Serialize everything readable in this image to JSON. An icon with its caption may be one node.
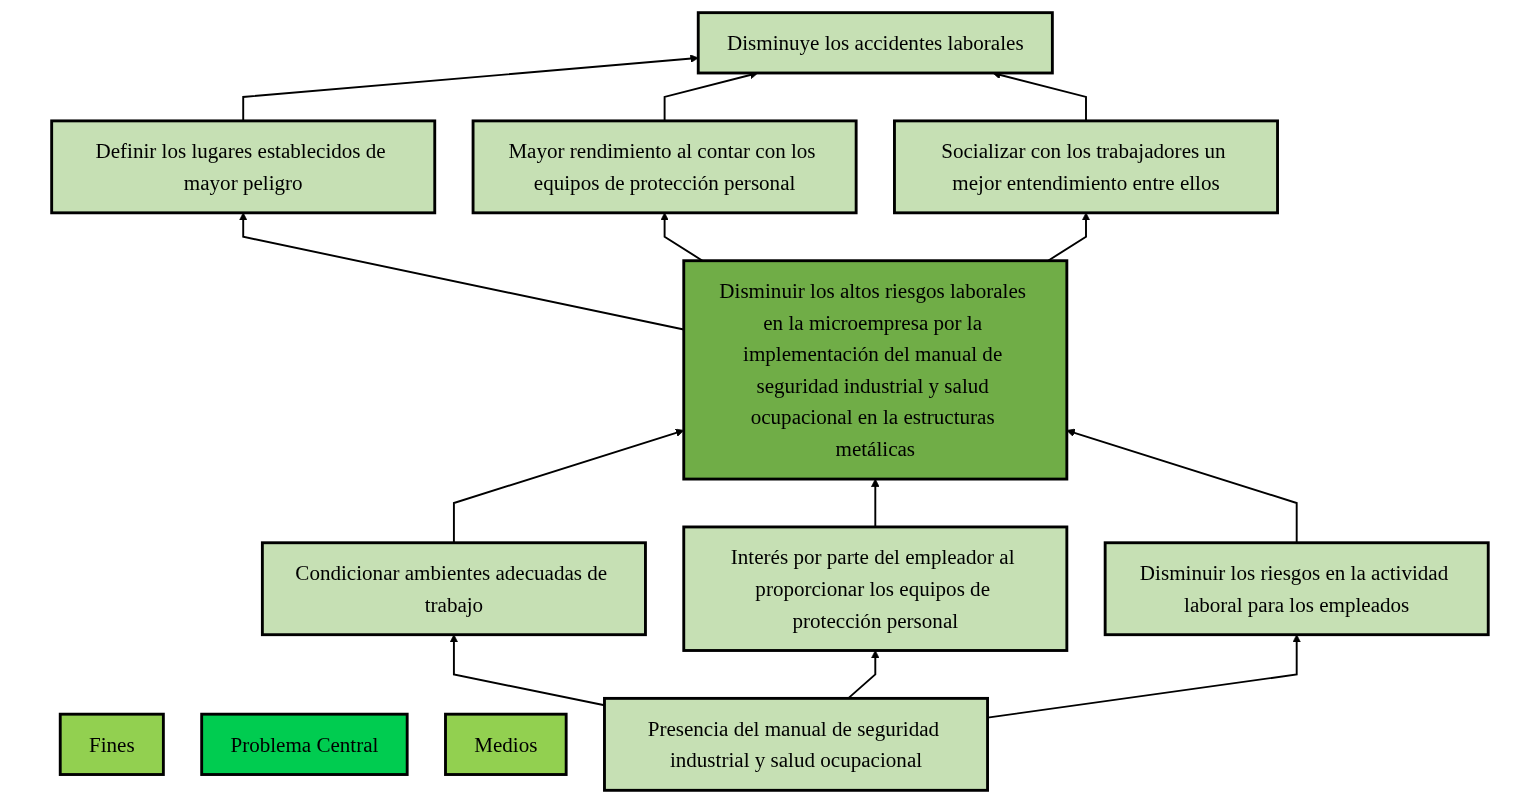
{
  "diagram": {
    "nodes": [
      {
        "text": [
          "Fines"
        ]
      },
      {
        "text": [
          "Disminuye los accidentes laborales"
        ]
      },
      {
        "text": [
          "Definir los lugares establecidos de mayor peligro"
        ]
      },
      {
        "text": [
          "Mayor rendimiento al contar con los equipos de protección personal"
        ]
      },
      {
        "text": [
          "Socializar con los trabajadores un mejor entendimiento entre ellos"
        ]
      },
      {
        "text": [
          "Problema Central"
        ]
      },
      {
        "text": [
          "Disminuir los altos riesgos laborales en la microempresa por la implementación del manual de seguridad industrial y salud ocupacional en la estructuras metálicas"
        ]
      },
      {
        "text": [
          "Medios"
        ]
      },
      {
        "text": [
          "Condicionar ambientes adecuadas de trabajo"
        ]
      },
      {
        "text": [
          "Interés por parte del empleador al proporcionar los equipos de protección personal"
        ]
      },
      {
        "text": [
          "Disminuir los riesgos en la actividad laboral para los empleados"
        ]
      },
      {
        "text": [
          "Presencia del manual de seguridad industrial y salud ocupacional"
        ]
      }
    ],
    "edges": [
      {
        "from": 2,
        "to": 1,
        "arrow": "to"
      },
      {
        "from": 3,
        "to": 1,
        "arrow": "to"
      },
      {
        "from": 4,
        "to": 1,
        "arrow": "to"
      },
      {
        "from": 6,
        "to": 2,
        "arrow": "to"
      },
      {
        "from": 6,
        "to": 3,
        "arrow": "to"
      },
      {
        "from": 6,
        "to": 4,
        "arrow": "to"
      },
      {
        "from": 8,
        "to": 6,
        "arrow": "to"
      },
      {
        "from": 9,
        "to": 6,
        "arrow": "to"
      },
      {
        "from": 10,
        "to": 6,
        "arrow": "to"
      },
      {
        "from": 11,
        "to": 8,
        "arrow": "to"
      },
      {
        "from": 11,
        "to": 9,
        "arrow": "to"
      },
      {
        "from": 11,
        "to": 10,
        "arrow": "to"
      }
    ]
  }
}
